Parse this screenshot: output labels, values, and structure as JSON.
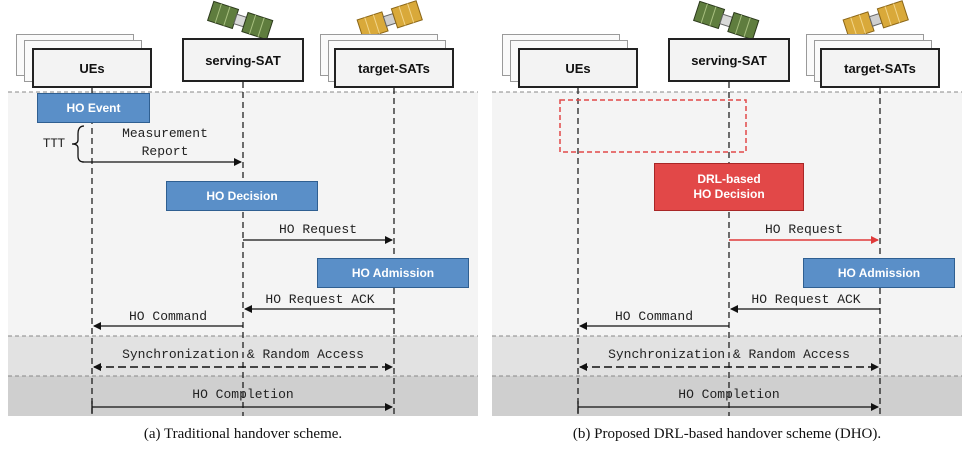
{
  "panel_a": {
    "headers": {
      "ues": "UEs",
      "serving": "serving-SAT",
      "target": "target-SATs"
    },
    "boxes": {
      "ho_event": "HO Event",
      "ho_decision": "HO Decision",
      "ho_admission": "HO Admission"
    },
    "ttt_label": "TTT",
    "messages": {
      "measurement_line1": "Measurement",
      "measurement_line2": "Report",
      "ho_request": "HO Request",
      "ho_request_ack": "HO Request ACK",
      "ho_command": "HO Command",
      "sync": "Synchronization & Random Access",
      "completion": "HO Completion"
    },
    "caption": "(a) Traditional handover scheme."
  },
  "panel_b": {
    "headers": {
      "ues": "UEs",
      "serving": "serving-SAT",
      "target": "target-SATs"
    },
    "boxes": {
      "drl_line1": "DRL-based",
      "drl_line2": "HO Decision",
      "ho_admission": "HO Admission"
    },
    "messages": {
      "ho_request": "HO Request",
      "ho_request_ack": "HO Request ACK",
      "ho_command": "HO Command",
      "sync": "Synchronization & Random Access",
      "completion": "HO Completion"
    },
    "caption": "(b) Proposed DRL-based handover scheme (DHO)."
  },
  "colors": {
    "bluebox": "#5a8fc8",
    "redbox": "#e24848",
    "red_arrow": "#e03a3a",
    "sync_band": "#e2e2e2",
    "completion_band": "#cfcfcf",
    "main_band": "#f4f4f4"
  }
}
